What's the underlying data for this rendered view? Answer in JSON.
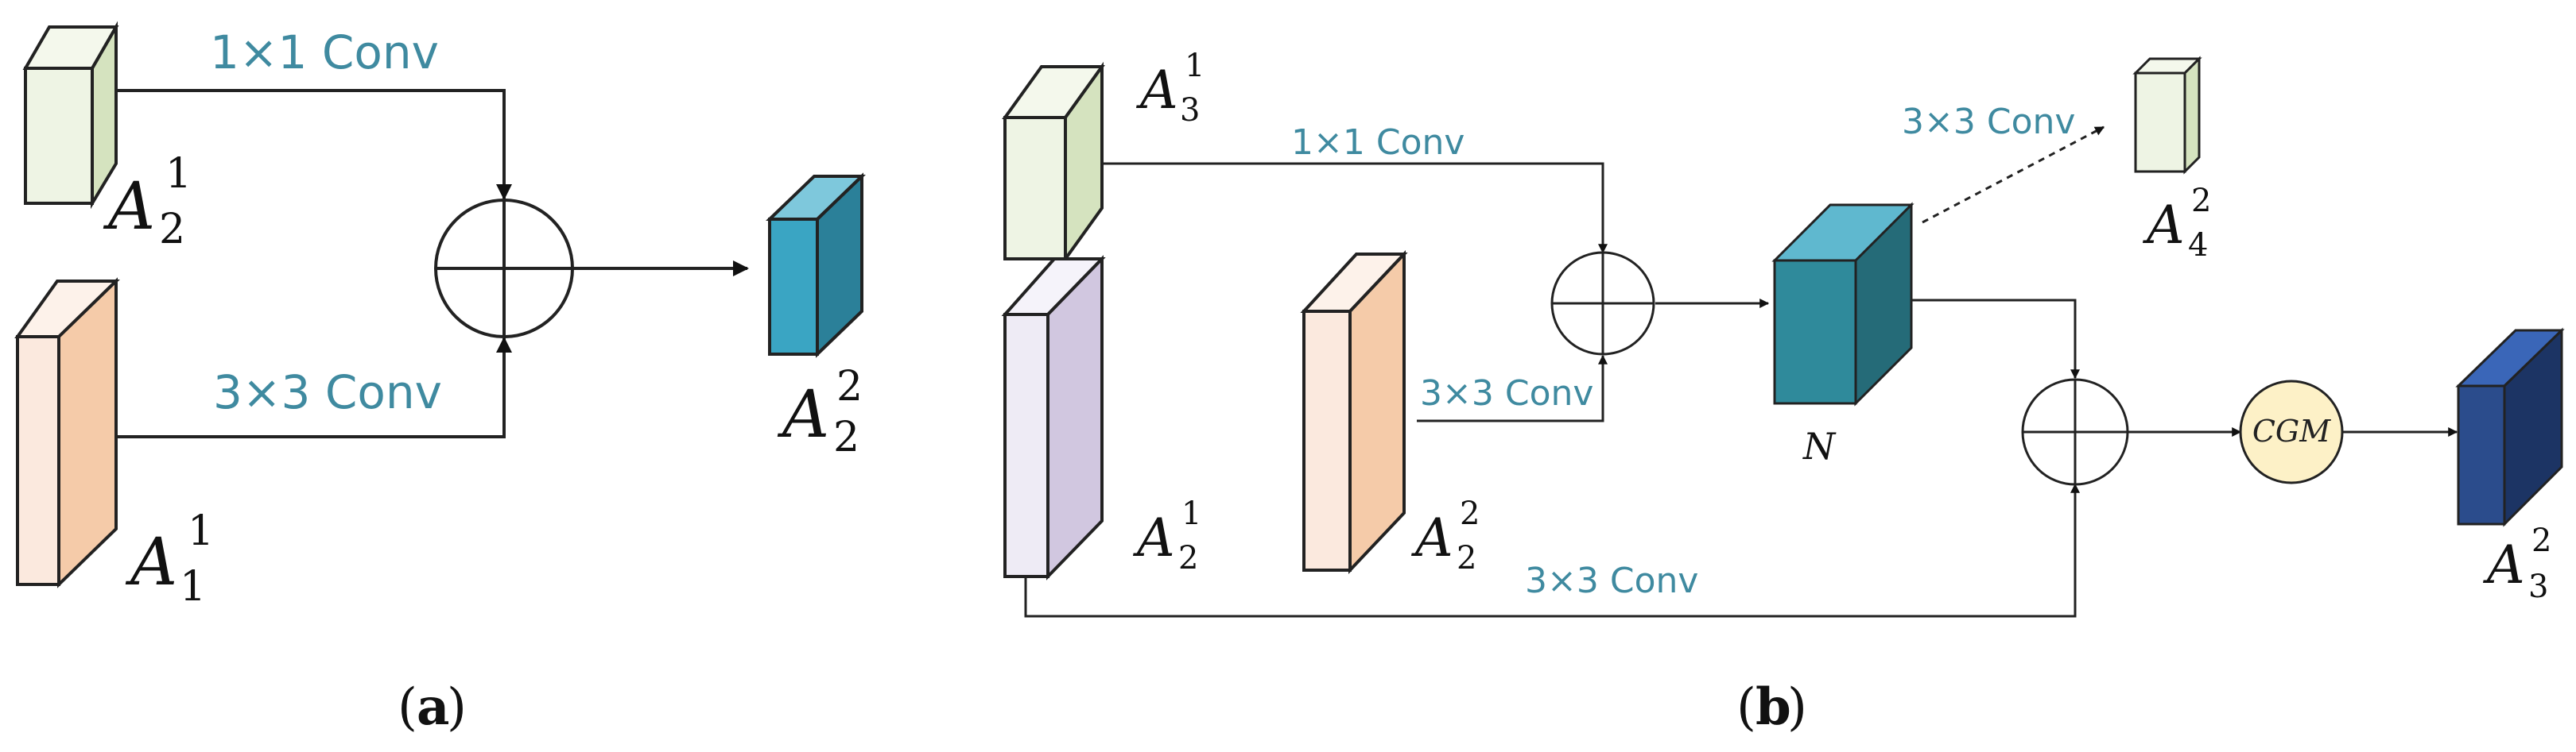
{
  "panel_a": {
    "caption": "a",
    "inputs": [
      {
        "base": "A",
        "sub": "2",
        "sup": "1"
      },
      {
        "base": "A",
        "sub": "1",
        "sup": "1"
      }
    ],
    "output": {
      "base": "A",
      "sub": "2",
      "sup": "2"
    },
    "conv_top": "1×1 Conv",
    "conv_bottom": "3×3 Conv"
  },
  "panel_b": {
    "caption": "b",
    "blocks": {
      "a31": {
        "base": "A",
        "sub": "3",
        "sup": "1"
      },
      "a21": {
        "base": "A",
        "sub": "2",
        "sup": "1"
      },
      "a22": {
        "base": "A",
        "sub": "2",
        "sup": "2"
      },
      "a42": {
        "base": "A",
        "sub": "4",
        "sup": "2"
      },
      "a32": {
        "base": "A",
        "sub": "3",
        "sup": "2"
      }
    },
    "node_n": "N",
    "module": "CGM",
    "conv_1x1": "1×1 Conv",
    "conv_3x3_mid": "3×3 Conv",
    "conv_3x3_bottom": "3×3 Conv",
    "conv_3x3_dashed": "3×3 Conv"
  },
  "colors": {
    "green_front": "#eef4e4",
    "green_side": "#d5e3bf",
    "orange_front": "#fbe9de",
    "orange_side": "#f5cba9",
    "purple_front": "#eeebf5",
    "purple_side": "#d1c7e0",
    "teal_front": "#3aa5c3",
    "teal_side": "#2b8099",
    "teal_top": "#7ec8dc",
    "tealN_front": "#2f8a9b",
    "tealN_side": "#256b78",
    "tealN_top": "#5fb8cf",
    "navy_front": "#2b4c8c",
    "navy_side": "#1c3464",
    "navy_top": "#3a66b8",
    "cgm_fill": "#fdf1c7",
    "conv_text": "#3f8aa0"
  }
}
